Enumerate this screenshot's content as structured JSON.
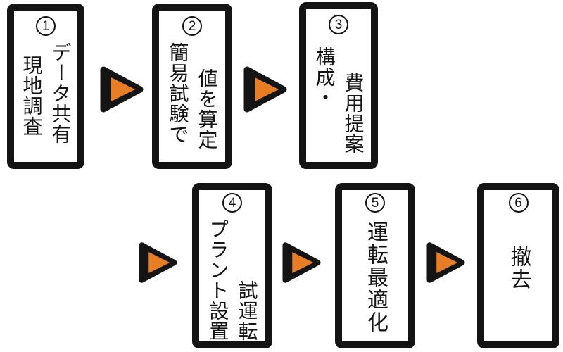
{
  "diagram": {
    "type": "process-flow",
    "background": "#ffffff",
    "box_border_color": "#141414",
    "arrow_fill_color": "#E77E26",
    "arrow_outline_color": "#141414",
    "arrow_icon": "right-triangle-arrow",
    "arrow_count": 5
  },
  "boxes": [
    {
      "number": "1",
      "columns": [
        "現地調査",
        "データ共有"
      ]
    },
    {
      "number": "2",
      "columns": [
        "簡易試験で",
        "値を算定"
      ]
    },
    {
      "number": "3",
      "columns": [
        "構成・",
        "費用提案"
      ]
    },
    {
      "number": "4",
      "columns": [
        "プラント設置",
        "試運転"
      ]
    },
    {
      "number": "5",
      "columns": [
        "運転最適化"
      ]
    },
    {
      "number": "6",
      "columns": [
        "撤去"
      ]
    }
  ]
}
